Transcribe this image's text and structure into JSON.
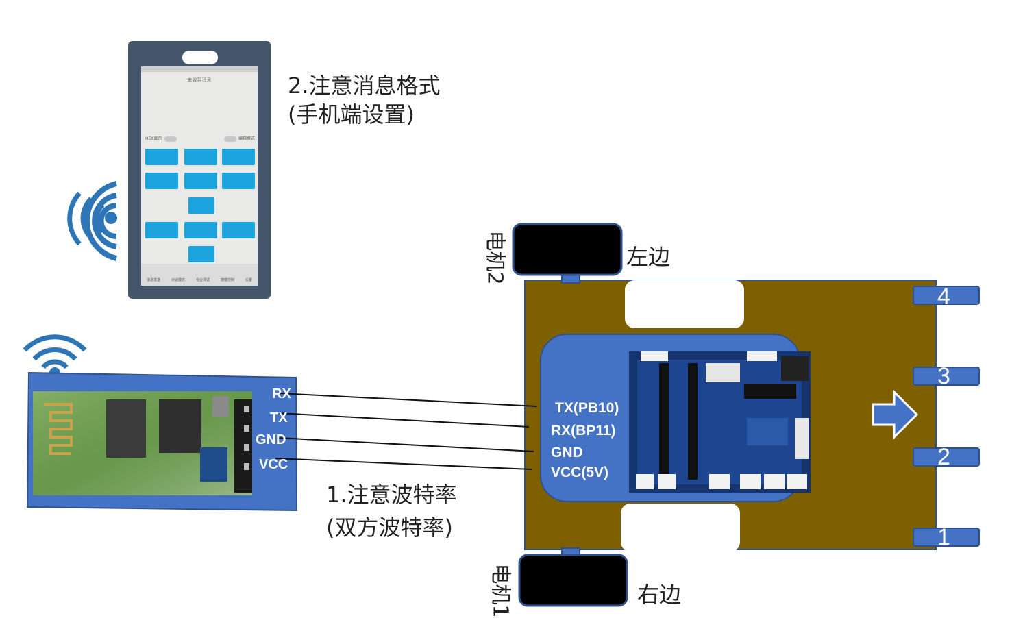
{
  "notes": {
    "phone_line1": "2.注意消息格式",
    "phone_line2": "(手机端设置)",
    "baud_line1": "1.注意波特率",
    "baud_line2": "(双方波特率)"
  },
  "bt_module": {
    "pins": [
      "RX",
      "TX",
      "GND",
      "VCC"
    ]
  },
  "controller": {
    "pins": [
      "TX(PB10)",
      "RX(BP11)",
      "GND",
      "VCC(5V)"
    ]
  },
  "motors": {
    "top_label": "电机2",
    "top_side": "左边",
    "bottom_label": "电机1",
    "bottom_side": "右边"
  },
  "sensors": [
    "4",
    "3",
    "2",
    "1"
  ],
  "phone": {
    "header_text": "未收到消息",
    "hex_label": "HEX显示",
    "edit_label": "编辑模式",
    "tabs": [
      "消息发送",
      "对话模式",
      "专业调试",
      "按键控制",
      "设置"
    ]
  },
  "colors": {
    "blue": "#4472c4",
    "chassis": "#7f6000",
    "cyan_button": "#1aa3dc"
  }
}
